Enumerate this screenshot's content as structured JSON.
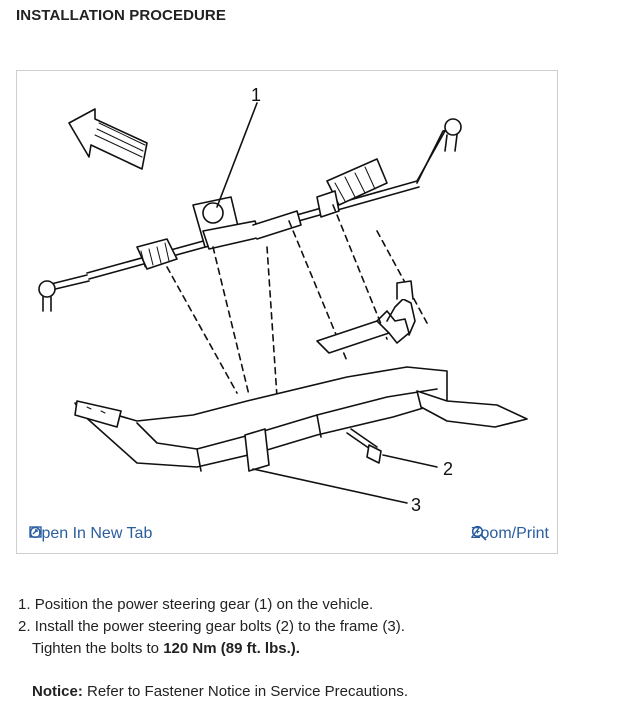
{
  "section": {
    "title": "INSTALLATION PROCEDURE"
  },
  "figure": {
    "callouts": [
      "1",
      "2",
      "3"
    ],
    "open_tab_label": "Open In New Tab",
    "zoom_label": "Zoom/Print",
    "open_icon": "open-in-new-tab-icon",
    "zoom_icon": "magnifier-icon"
  },
  "steps": [
    {
      "number": "1.",
      "text": "Position the power steering gear (1) on the vehicle."
    },
    {
      "number": "2.",
      "text": "Install the power steering gear bolts (2) to the frame (3)."
    }
  ],
  "tighten": {
    "prefix": "Tighten the bolts to ",
    "value": "120 Nm (89 ft. lbs.)."
  },
  "notice": {
    "label": "Notice:",
    "text": " Refer to Fastener Notice in Service Precautions."
  },
  "colors": {
    "link": "#2a5d9f",
    "border": "#cfcfcf"
  }
}
